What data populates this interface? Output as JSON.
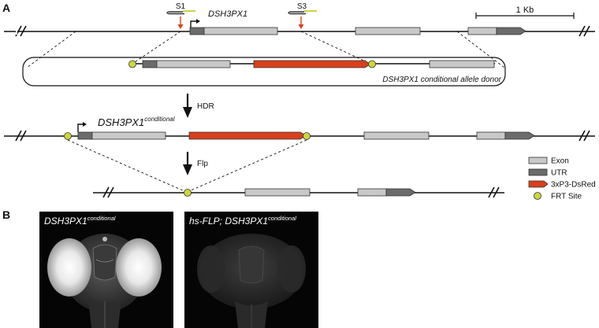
{
  "panel_a": {
    "label": "A",
    "gene": "DSH3PX1",
    "sgrna": [
      "S1",
      "S3"
    ],
    "scale": "1 Kb",
    "donor_label": "DSH3PX1 conditional allele donor",
    "step1": "HDR",
    "allele_base": "DSH3PX1",
    "allele_sup": "conditional",
    "step2": "Flp",
    "legend": [
      {
        "label": "Exon",
        "color": "#c8c8c8"
      },
      {
        "label": "UTR",
        "color": "#6b6b6b"
      },
      {
        "label": "3xP3-DsRed",
        "color": "#d9401c"
      },
      {
        "label": "FRT Site",
        "color": "#cdd63c"
      }
    ]
  },
  "panel_b": {
    "label": "B",
    "left_base": "DSH3PX1",
    "left_sup": "conditional",
    "right_prefix": "hs-FLP; DSH3PX1",
    "right_sup": "conditional"
  }
}
